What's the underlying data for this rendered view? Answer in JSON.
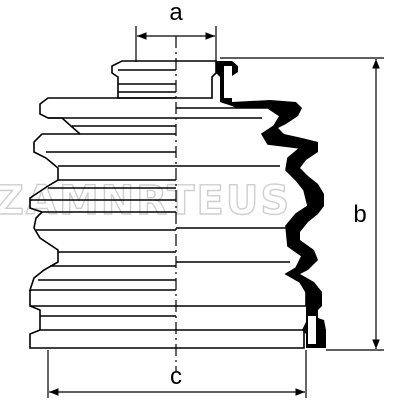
{
  "diagram": {
    "labels": {
      "a": "a",
      "b": "b",
      "c": "c"
    },
    "watermark": "ZAMNRTEUS",
    "colors": {
      "line": "#000000",
      "wall": "#000000",
      "watermark": "#cfcfcf",
      "background": "#ffffff"
    }
  }
}
